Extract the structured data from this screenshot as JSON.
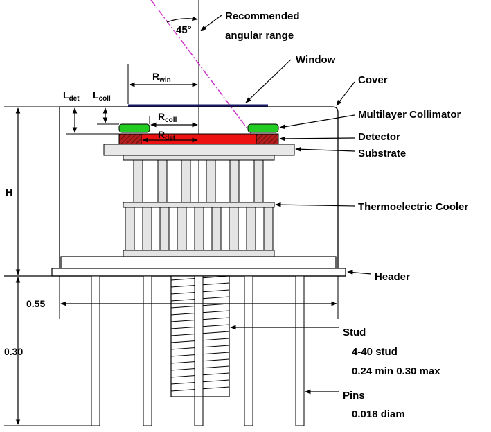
{
  "labels": {
    "recommended_line1": "Recommended",
    "recommended_line2": "angular range",
    "angle": "45°",
    "window": "Window",
    "cover": "Cover",
    "collimator": "Multilayer Collimator",
    "detector": "Detector",
    "substrate": "Substrate",
    "tec": "Thermoelectric Cooler",
    "header": "Header",
    "stud": "Stud",
    "stud_spec": "4-40 stud",
    "stud_len": "0.24 min  0.30 max",
    "pins": "Pins",
    "pins_diam": "0.018 diam"
  },
  "dims": {
    "r_win": "R",
    "r_win_sub": "win",
    "l_det": "L",
    "l_det_sub": "det",
    "l_coll": "L",
    "l_coll_sub": "coll",
    "r_coll": "R",
    "r_coll_sub": "coll",
    "r_det": "R",
    "r_det_sub": "det",
    "h": "H",
    "width": "0.55",
    "pin_len": "0.30"
  },
  "colors": {
    "collimator": "#22cc22",
    "detector": "#ee1111",
    "detector_dark": "#a01818",
    "fill_gray": "#e4e4e4",
    "axis_dashdot": "#cc33cc",
    "window_line": "#1a1a66"
  }
}
